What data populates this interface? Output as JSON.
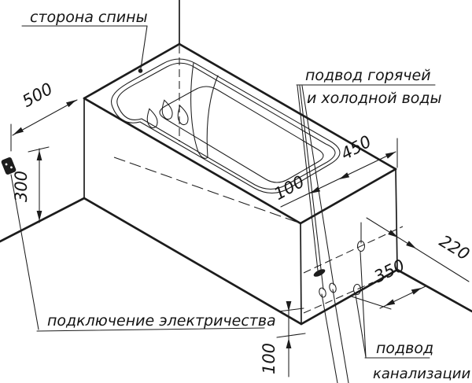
{
  "drawing": {
    "labels": {
      "back_side": "сторона спины",
      "hot_cold_line1": "подвод горячей",
      "hot_cold_line2": "и холодной воды",
      "electric": "подключение электричества",
      "sewer_line1": "подвод",
      "sewer_line2": "канализации"
    },
    "dimensions": {
      "d500": "500",
      "d300": "300",
      "d450": "450",
      "d100_rim": "100",
      "d220": "220",
      "d350": "350",
      "d100_floor": "100"
    },
    "colors": {
      "line": "#1c1c1c",
      "background": "#ffffff",
      "text": "#141414"
    }
  }
}
